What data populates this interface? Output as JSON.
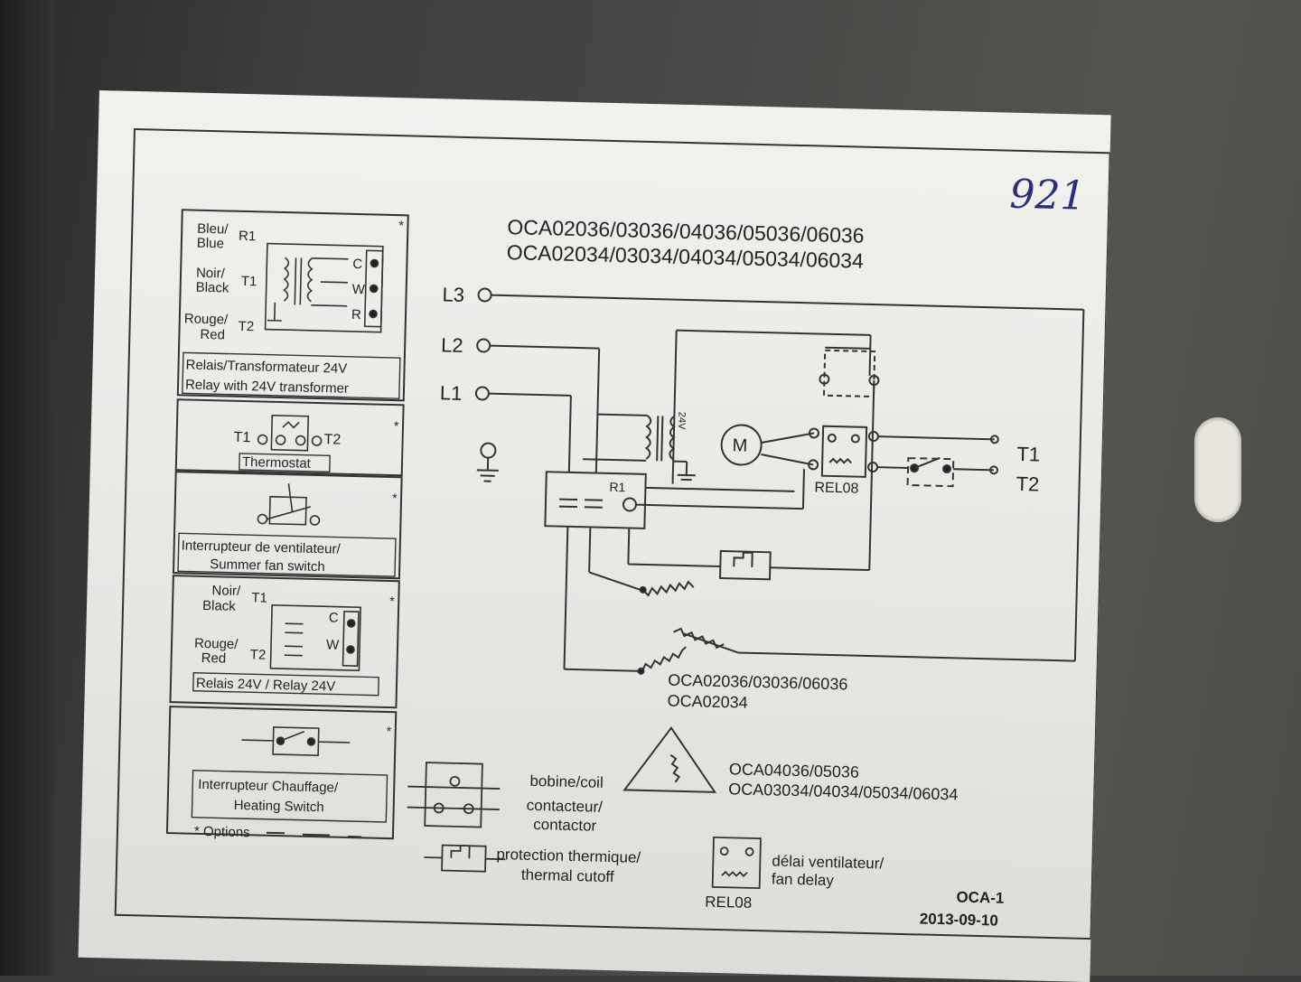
{
  "handwritten_note": "921",
  "header": {
    "line1": "OCA02036/03036/04036/05036/06036",
    "line2": "OCA02034/03034/04034/05034/06034"
  },
  "terminals": {
    "l3": "L3",
    "l2": "L2",
    "l1": "L1",
    "t1": "T1",
    "t2": "T2"
  },
  "schematic": {
    "motor": "M",
    "transformer_voltage": "24V",
    "relay": "R1",
    "fan_delay": "REL08",
    "wye_models_1": "OCA02036/03036/06036",
    "wye_models_2": "OCA02034",
    "delta_models_1": "OCA04036/05036",
    "delta_models_2": "OCA03034/04034/05034/06034"
  },
  "options_panel": {
    "asterisk": "*",
    "relay_transformer": {
      "bleu": "Bleu/",
      "blue": "Blue",
      "r1": "R1",
      "noir": "Noir/",
      "black": "Black",
      "t1": "T1",
      "rouge": "Rouge/",
      "red": "Red",
      "t2": "T2",
      "c": "C",
      "w": "W",
      "r": "R",
      "caption_fr": "Relais/Transformateur 24V",
      "caption_en": "Relay with 24V transformer"
    },
    "thermostat": {
      "t1": "T1",
      "t2": "T2",
      "caption": "Thermostat"
    },
    "fan_switch": {
      "caption_fr": "Interrupteur de ventilateur/",
      "caption_en": "Summer fan switch"
    },
    "relay24": {
      "noir": "Noir/",
      "black": "Black",
      "t1": "T1",
      "rouge": "Rouge/",
      "red": "Red",
      "t2": "T2",
      "c": "C",
      "w": "W",
      "caption": "Relais 24V / Relay 24V"
    },
    "heating_switch": {
      "caption_fr": "Interrupteur Chauffage/",
      "caption_en": "Heating Switch"
    },
    "options_note": "* Options"
  },
  "legend": {
    "coil": "bobine/coil",
    "contactor_fr": "contacteur/",
    "contactor_en": "contactor",
    "thermal_fr": "protection thermique/",
    "thermal_en": "thermal cutoff",
    "fan_delay_fr": "délai ventilateur/",
    "fan_delay_en": "fan delay",
    "fan_delay_code": "REL08"
  },
  "footer": {
    "code": "OCA-1",
    "date": "2013-09-10"
  }
}
